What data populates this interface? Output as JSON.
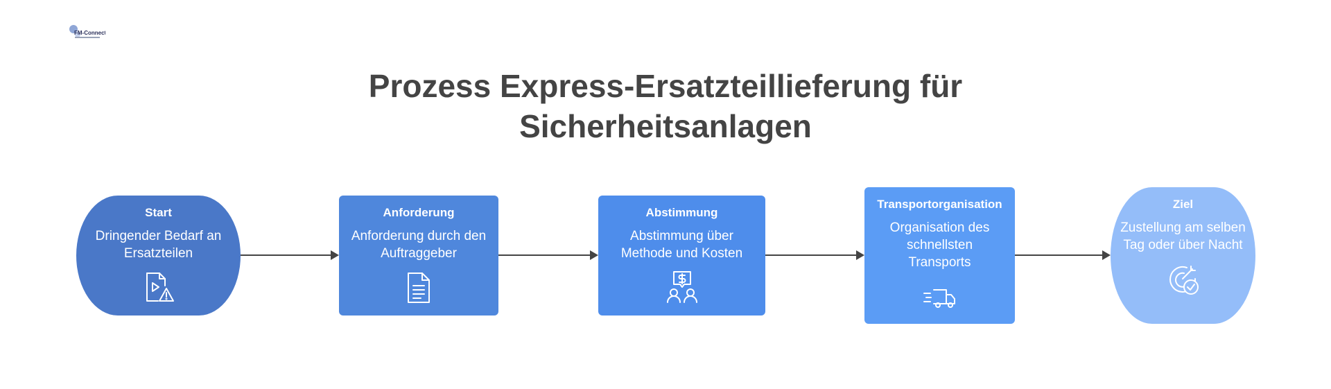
{
  "logo": {
    "text": "FM-Connect.com"
  },
  "title": {
    "line1": "Prozess Express-Ersatzteillieferung für",
    "line2": "Sicherheitsanlagen"
  },
  "steps": [
    {
      "label": "Start",
      "description": "Dringender Bedarf an Ersatzteilen",
      "icon": "document-play-warning-icon",
      "color": "#4A78C8"
    },
    {
      "label": "Anforderung",
      "description": "Anforderung durch den Auftraggeber",
      "icon": "document-icon",
      "color": "#4F87DC"
    },
    {
      "label": "Abstimmung",
      "description": "Abstimmung über Methode und Kosten",
      "icon": "dollar-discussion-icon",
      "color": "#4E8DEB"
    },
    {
      "label": "Transportorganisation",
      "description": "Organisation des schnellsten Transports",
      "icon": "fast-truck-icon",
      "color": "#5B9CF5"
    },
    {
      "label": "Ziel",
      "description": "Zustellung am selben Tag oder über Nacht",
      "icon": "target-check-icon",
      "color": "#94BDF9"
    }
  ]
}
